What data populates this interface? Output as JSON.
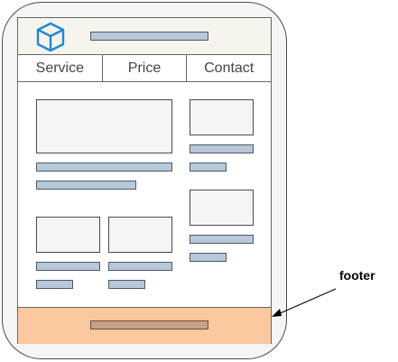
{
  "nav": {
    "items": [
      {
        "label": "Service"
      },
      {
        "label": "Price"
      },
      {
        "label": "Contact"
      }
    ]
  },
  "callout": {
    "label": "footer"
  },
  "colors": {
    "header_bg": "#f6f4ed",
    "footer_bg": "#f9c89e",
    "placeholder_bar": "#b8c8d8",
    "logo_blue": "#1e88d8"
  },
  "icons": {
    "logo": "cube-icon"
  }
}
